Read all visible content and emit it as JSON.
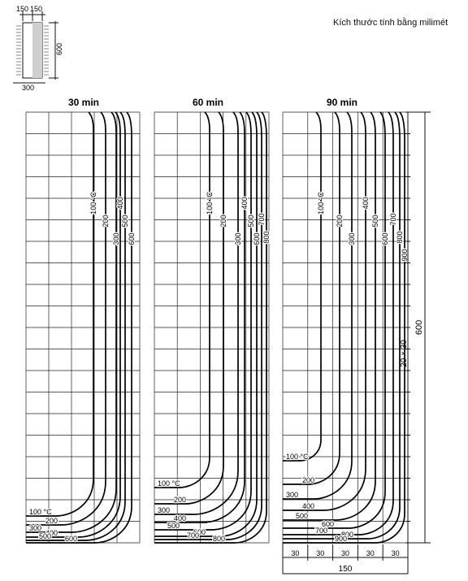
{
  "note": "Kích thước tính bằng milimét",
  "section_dims": {
    "top_left": "150",
    "top_right": "150",
    "side": "600",
    "bottom": "300"
  },
  "panels": [
    {
      "title": "30 min",
      "vertical_labels": [
        "100 °C",
        "200",
        "300",
        "400",
        "500",
        "600"
      ],
      "bottom_labels": [
        "100 °C",
        "200",
        "300",
        "400",
        "500",
        "600"
      ]
    },
    {
      "title": "60 min",
      "vertical_labels": [
        "100 °C",
        "200",
        "300",
        "400",
        "500",
        "600",
        "700",
        "800"
      ],
      "bottom_labels": [
        "100 °C",
        "200",
        "300",
        "400",
        "500",
        "600",
        "700",
        "800"
      ]
    },
    {
      "title": "90 min",
      "vertical_labels": [
        "100 °C",
        "200",
        "300",
        "400",
        "500",
        "600",
        "700",
        "800",
        "900"
      ],
      "bottom_labels": [
        "100 °C",
        "200",
        "300",
        "400",
        "500",
        "600",
        "700",
        "800",
        "900"
      ]
    }
  ],
  "dimensions": {
    "right_total": "600",
    "right_grid": "20 × 30",
    "bottom_segments": [
      "30",
      "30",
      "30",
      "30",
      "30"
    ],
    "bottom_total": "150"
  }
}
